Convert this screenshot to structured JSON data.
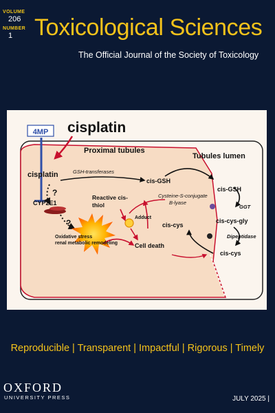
{
  "volume": {
    "label": "VOLUME",
    "value": "206"
  },
  "number": {
    "label": "NUMBER",
    "value": "1"
  },
  "journal": {
    "title": "Toxicological Sciences",
    "subtitle": "The Official Journal of the Society of Toxicology"
  },
  "figure": {
    "inhibitor": "4MP",
    "drug": "cisplatin",
    "proximal_label": "Proximal tubules",
    "lumen_label": "Tubules lumen",
    "inner_cisplatin": "cisplatin",
    "gsh_transferases": "GSH-transferases",
    "cis_gsh_inner": "cis-GSH",
    "cyp2e1": "CYP2E1",
    "question_1": "?",
    "question_2": "?",
    "reactive_line1": "Reactive cis-",
    "reactive_line2": "thiol",
    "lyase_line1": "Cysteine-S-conjugate",
    "lyase_line2": "B-lyase",
    "adduct": "Adduct",
    "cis_cys_inner": "cis-cys",
    "oxidative_line1": "Oxidative stress",
    "oxidative_line2": "renal metabolic remodeling",
    "cell_death": "Cell death",
    "cis_gsh_lumen": "cis-GSH",
    "ggt": "GGT",
    "cis_cys_gly": "cis-cys-gly",
    "dipeptidase": "Dipeptidase",
    "cis_cys_lumen": "cis-cys"
  },
  "tagline": "Reproducible  |  Transparent  |  Impactful  |  Rigorous  |  Timely",
  "publisher": {
    "name": "OXFORD",
    "line2": "UNIVERSITY PRESS"
  },
  "issue_date": "JULY 2025  |",
  "colors": {
    "background": "#0b1933",
    "accent": "#f4c21b",
    "cell": "#f7dcc4",
    "arrow_red": "#c8102e",
    "inhibitor_blue": "#2f4fa8"
  }
}
